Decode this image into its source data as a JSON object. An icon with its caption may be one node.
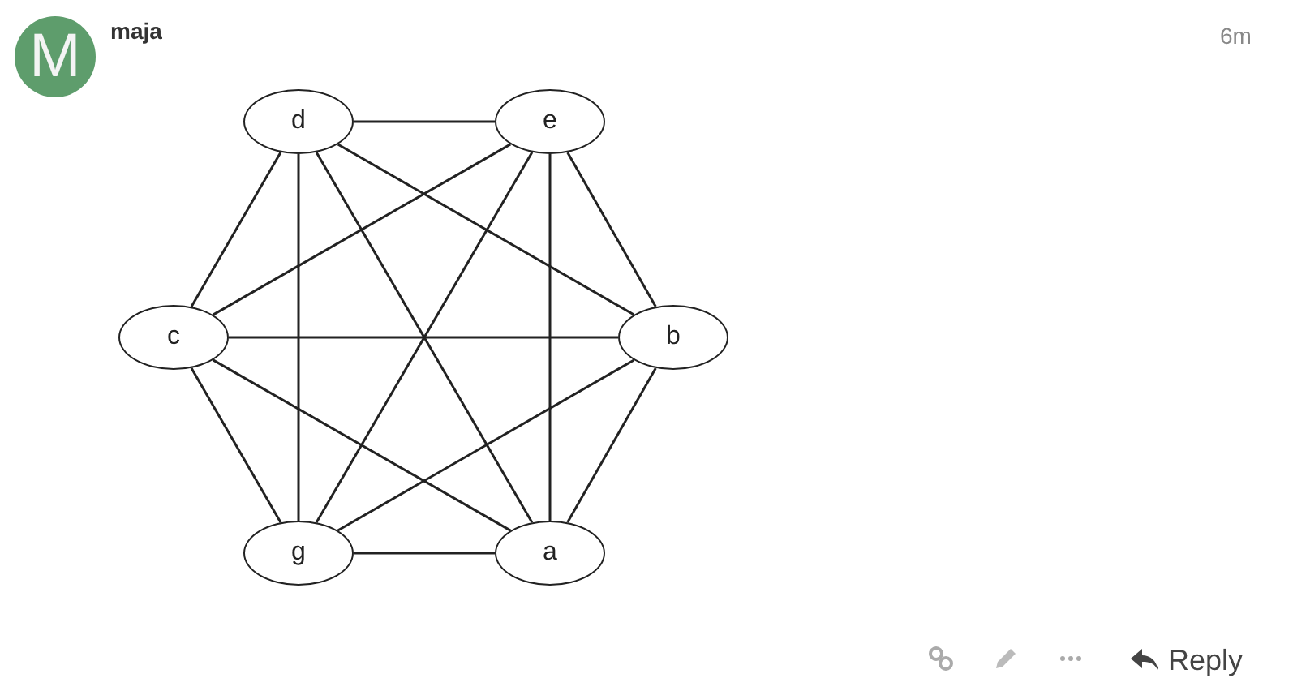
{
  "diagram": {
    "nodes": [
      {
        "text": [
          "d"
        ]
      },
      {
        "text": [
          "e"
        ]
      },
      {
        "text": [
          "c"
        ]
      },
      {
        "text": [
          "b"
        ]
      },
      {
        "text": [
          "g"
        ]
      },
      {
        "text": [
          "a"
        ]
      }
    ],
    "edges": [
      {
        "from": 0,
        "to": 1,
        "arrow": "none"
      },
      {
        "from": 0,
        "to": 2,
        "arrow": "none"
      },
      {
        "from": 0,
        "to": 3,
        "arrow": "none"
      },
      {
        "from": 0,
        "to": 5,
        "arrow": "none"
      },
      {
        "from": 0,
        "to": 4,
        "arrow": "none"
      },
      {
        "from": 1,
        "to": 2,
        "arrow": "none"
      },
      {
        "from": 1,
        "to": 3,
        "arrow": "none"
      },
      {
        "from": 1,
        "to": 5,
        "arrow": "none"
      },
      {
        "from": 1,
        "to": 4,
        "arrow": "none"
      },
      {
        "from": 2,
        "to": 3,
        "arrow": "none"
      },
      {
        "from": 2,
        "to": 4,
        "arrow": "none"
      },
      {
        "from": 2,
        "to": 5,
        "arrow": "none"
      },
      {
        "from": 3,
        "to": 4,
        "arrow": "none"
      },
      {
        "from": 3,
        "to": 5,
        "arrow": "none"
      },
      {
        "from": 4,
        "to": 5,
        "arrow": "none"
      }
    ],
    "labels": [
      "M",
      "maja",
      "6m",
      "Reply"
    ]
  }
}
